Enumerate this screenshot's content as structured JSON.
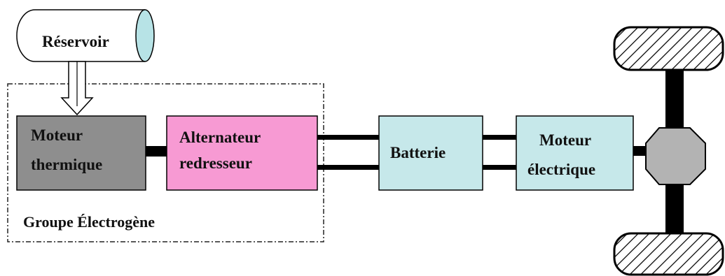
{
  "tank": {
    "label": "Réservoir"
  },
  "genset": {
    "label": "Groupe Électrogène"
  },
  "engine": {
    "line1": "Moteur",
    "line2": "thermique"
  },
  "alternator": {
    "line1": "Alternateur",
    "line2": "redresseur"
  },
  "battery": {
    "label": "Batterie"
  },
  "motor": {
    "line1": "Moteur",
    "line2": "électrique"
  },
  "colors": {
    "engine_fill": "#8e8e8e",
    "alternator_fill": "#f79ad3",
    "battery_fill": "#c6e8ea",
    "motor_fill": "#c6e8ea",
    "tank_cap_fill": "#b7e3e6",
    "axle_hub_fill": "#b3b3b3",
    "connector": "#000000"
  }
}
